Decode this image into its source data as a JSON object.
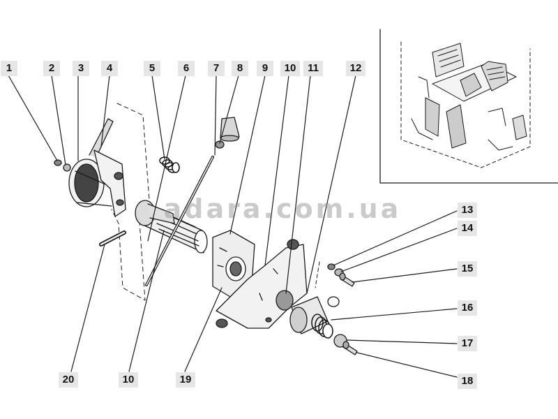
{
  "labels": {
    "l1": "1",
    "l2": "2",
    "l3": "3",
    "l4": "4",
    "l5": "5",
    "l6": "6",
    "l7": "7",
    "l8": "8",
    "l9": "9",
    "l10a": "10",
    "l11": "11",
    "l12": "12",
    "l13": "13",
    "l14": "14",
    "l15": "15",
    "l16": "16",
    "l17": "17",
    "l18": "18",
    "l19": "19",
    "l10b": "10",
    "l20": "20"
  },
  "watermark": "adara.com.ua",
  "colors": {
    "ink": "#1a1a1a",
    "label_bg": "#e6e6e6",
    "part_fill": "#f2f2f2"
  }
}
